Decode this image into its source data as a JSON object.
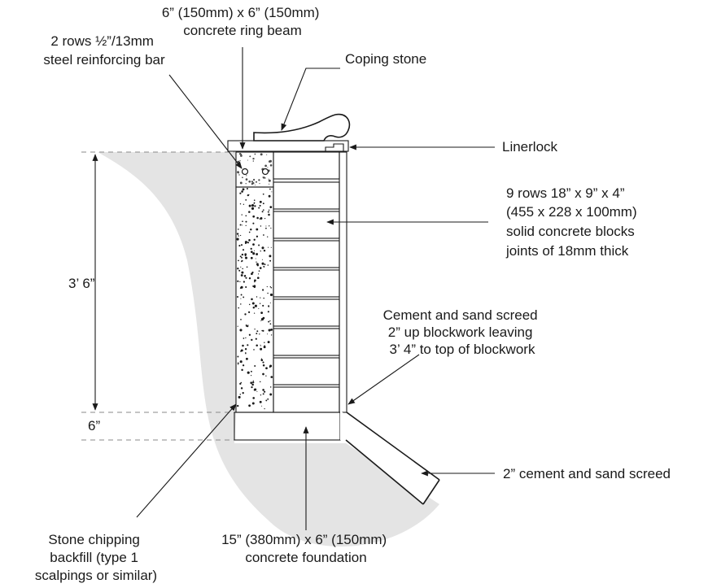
{
  "labels": {
    "ring_beam": [
      "6” (150mm) x 6” (150mm)",
      "concrete ring beam"
    ],
    "rebar": [
      "2 rows ½”/13mm",
      "steel reinforcing bar"
    ],
    "coping": "Coping stone",
    "linerlock": "Linerlock",
    "blocks": [
      "9 rows 18” x 9” x 4”",
      "(455 x 228 x 100mm)",
      "solid concrete blocks",
      "joints of 18mm thick"
    ],
    "screed_up": [
      "Cement and sand screed",
      "2” up blockwork leaving",
      "3’ 4” to top of blockwork"
    ],
    "screed": "2” cement and sand screed",
    "wall_height": "3’ 6”",
    "foundation_depth": "6”",
    "backfill": [
      "Stone chipping",
      "backfill (type 1",
      "scalpings or similar)"
    ],
    "foundation": [
      "15” (380mm) x 6” (150mm)",
      "concrete foundation"
    ]
  },
  "colors": {
    "ground_fill": "#e4e4e4",
    "ring_beam_fill": "#c8c8c8",
    "line": "#1a1a1a",
    "dashed_guide": "#8a8a8a"
  }
}
